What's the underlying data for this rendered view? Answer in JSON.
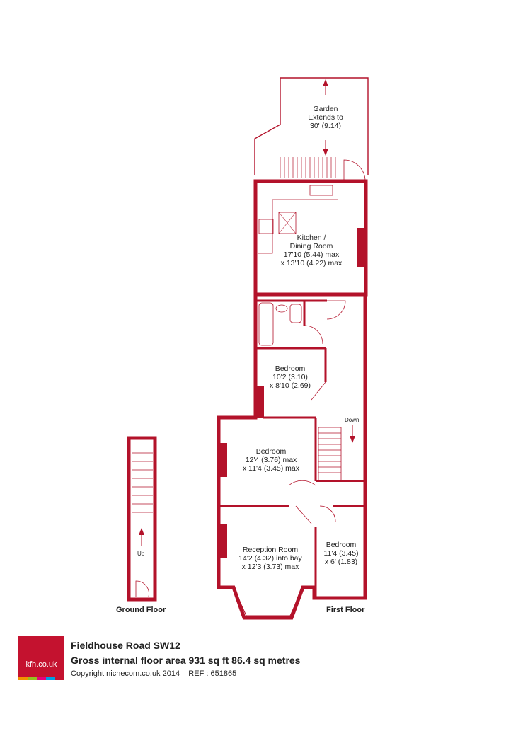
{
  "rooms": {
    "garden": {
      "lines": [
        "Garden",
        "Extends to",
        "30' (9.14)"
      ]
    },
    "kitchen": {
      "lines": [
        "Kitchen /",
        "Dining Room",
        "17'10 (5.44) max",
        "x 13'10 (4.22) max"
      ]
    },
    "bedroom1": {
      "lines": [
        "Bedroom",
        "10'2 (3.10)",
        "x 8'10 (2.69)"
      ]
    },
    "bedroom2": {
      "lines": [
        "Bedroom",
        "12'4 (3.76) max",
        "x 11'4 (3.45) max"
      ]
    },
    "reception": {
      "lines": [
        "Reception Room",
        "14'2 (4.32) into bay",
        "x 12'3 (3.73) max"
      ]
    },
    "bedroom3": {
      "lines": [
        "Bedroom",
        "11'4 (3.45)",
        "x 6' (1.83)"
      ]
    }
  },
  "stairs": {
    "down_label": "Down",
    "up_label": "Up"
  },
  "floors": {
    "ground": "Ground Floor",
    "first": "First Floor"
  },
  "footer": {
    "title": "Fieldhouse Road  SW12",
    "area": "Gross internal floor area 931 sq ft 86.4 sq metres",
    "copyright": "Copyright nichecom.co.uk 2014    REF : 651865"
  },
  "logo": {
    "text": "kfh.co.uk"
  },
  "colors": {
    "wall": "#b3122a",
    "brand": "#c4122f",
    "strip": [
      "#f39200",
      "#95c11f",
      "#e6007e",
      "#009fe3",
      "#c4122f"
    ]
  }
}
